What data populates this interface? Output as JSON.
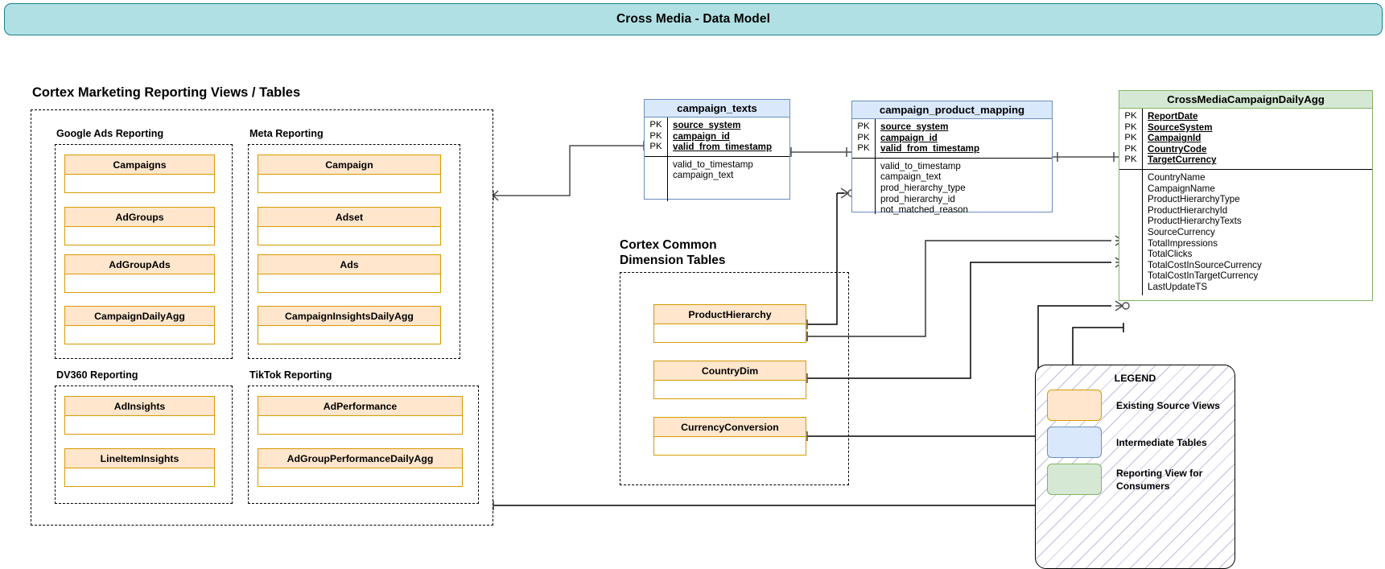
{
  "header": {
    "title": "Cross Media - Data Model"
  },
  "sections": {
    "reporting_title": "Cortex Marketing Reporting Views / Tables",
    "dimension_title": "Cortex Common\nDimension Tables"
  },
  "groups": [
    {
      "label": "Google Ads Reporting",
      "tables": [
        "Campaigns",
        "AdGroups",
        "AdGroupAds",
        "CampaignDailyAgg"
      ]
    },
    {
      "label": "Meta Reporting",
      "tables": [
        "Campaign",
        "Adset",
        "Ads",
        "CampaignInsightsDailyAgg"
      ]
    },
    {
      "label": "DV360 Reporting",
      "tables": [
        "AdInsights",
        "LineItemInsights"
      ]
    },
    {
      "label": "TikTok Reporting",
      "tables": [
        "AdPerformance",
        "AdGroupPerformanceDailyAgg"
      ]
    }
  ],
  "dimension_tables": [
    "ProductHierarchy",
    "CountryDim",
    "CurrencyConversion"
  ],
  "entities": [
    {
      "name": "campaign_texts",
      "style": "intermediate",
      "pk_marker": "PK",
      "pk_fields": [
        "source_system",
        "campaign_id",
        "valid_from_timestamp"
      ],
      "fields": [
        "valid_to_timestamp",
        "campaign_text"
      ]
    },
    {
      "name": "campaign_product_mapping",
      "style": "intermediate",
      "pk_marker": "PK",
      "pk_fields": [
        "source_system",
        "campaign_id",
        "valid_from_timestamp"
      ],
      "fields": [
        "valid_to_timestamp",
        "campaign_text",
        "prod_hierarchy_type",
        "prod_hierarchy_id",
        "not_matched_reason"
      ]
    },
    {
      "name": "CrossMediaCampaignDailyAgg",
      "style": "reporting",
      "pk_marker": "PK",
      "pk_fields": [
        "ReportDate",
        "SourceSystem",
        "CampaignId",
        "CountryCode",
        "TargetCurrency"
      ],
      "fields": [
        "CountryName",
        "CampaignName",
        "ProductHierarchyType",
        "ProductHierarchyId",
        "ProductHierarchyTexts",
        "SourceCurrency",
        "TotalImpressions",
        "TotalClicks",
        "TotalCostInSourceCurrency",
        "TotalCostInTargetCurrency",
        "LastUpdateTS"
      ]
    }
  ],
  "legend": {
    "title": "LEGEND",
    "items": [
      {
        "swatch": "orange",
        "label": "Existing Source Views"
      },
      {
        "swatch": "blue",
        "label": "Intermediate Tables"
      },
      {
        "swatch": "green",
        "label": "Reporting View for\nConsumers"
      }
    ]
  },
  "colors": {
    "banner_fill": "#b0e0e3",
    "banner_stroke": "#17808b",
    "source_fill": "#ffe6cc",
    "source_stroke": "#d79b00",
    "intermediate_fill": "#dae8fc",
    "intermediate_stroke": "#6c8ebf",
    "reporting_fill": "#d5e8d4",
    "reporting_stroke": "#82b366"
  }
}
